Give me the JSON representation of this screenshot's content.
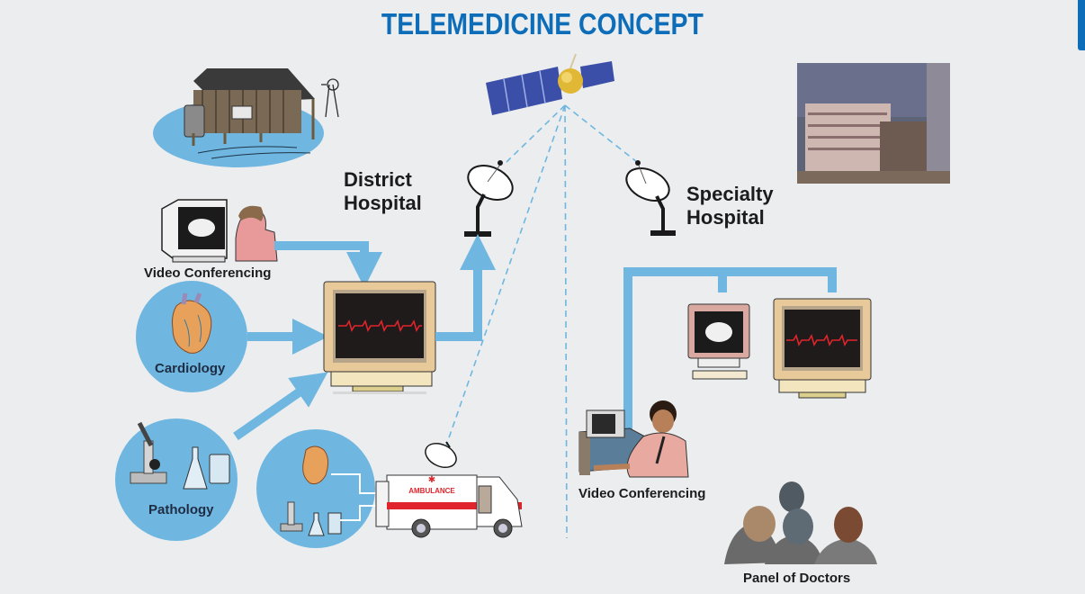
{
  "title": "TELEMEDICINE CONCEPT",
  "colors": {
    "title": "#0d6db8",
    "connector": "#6fb7e0",
    "background": "#ebedef",
    "satellite_link": "#6fb7e0",
    "ecg_trace": "#e0242c"
  },
  "nodes": {
    "rural_house": {
      "icon": "rural-house-icon"
    },
    "satellite": {
      "icon": "satellite-icon"
    },
    "district_hospital": {
      "label_line1": "District",
      "label_line2": "Hospital",
      "icon": "satellite-dish-icon"
    },
    "specialty_hospital": {
      "label_line1": "Specialty",
      "label_line2": "Hospital",
      "icon": "satellite-dish-icon",
      "photo": "hospital-building-photo"
    },
    "video_conferencing_left": {
      "label": "Video Conferencing",
      "icon": "brain-monitor-with-doctor-icon"
    },
    "cardiology": {
      "label": "Cardiology",
      "icon": "heart-icon"
    },
    "pathology": {
      "label": "Pathology",
      "icon": "microscope-flask-icon"
    },
    "mobile_unit": {
      "icon": "heart-microscope-icon"
    },
    "ambulance": {
      "label": "AMBULANCE",
      "icon": "ambulance-icon"
    },
    "district_monitor": {
      "icon": "ecg-monitor-icon"
    },
    "specialty_brain_monitor": {
      "icon": "brain-monitor-icon"
    },
    "specialty_ecg_monitor": {
      "icon": "ecg-monitor-icon"
    },
    "video_conferencing_right": {
      "label": "Video Conferencing",
      "icon": "doctor-at-computer-icon"
    },
    "panel_of_doctors": {
      "label": "Panel of Doctors",
      "icon": "doctors-group-icon"
    }
  }
}
